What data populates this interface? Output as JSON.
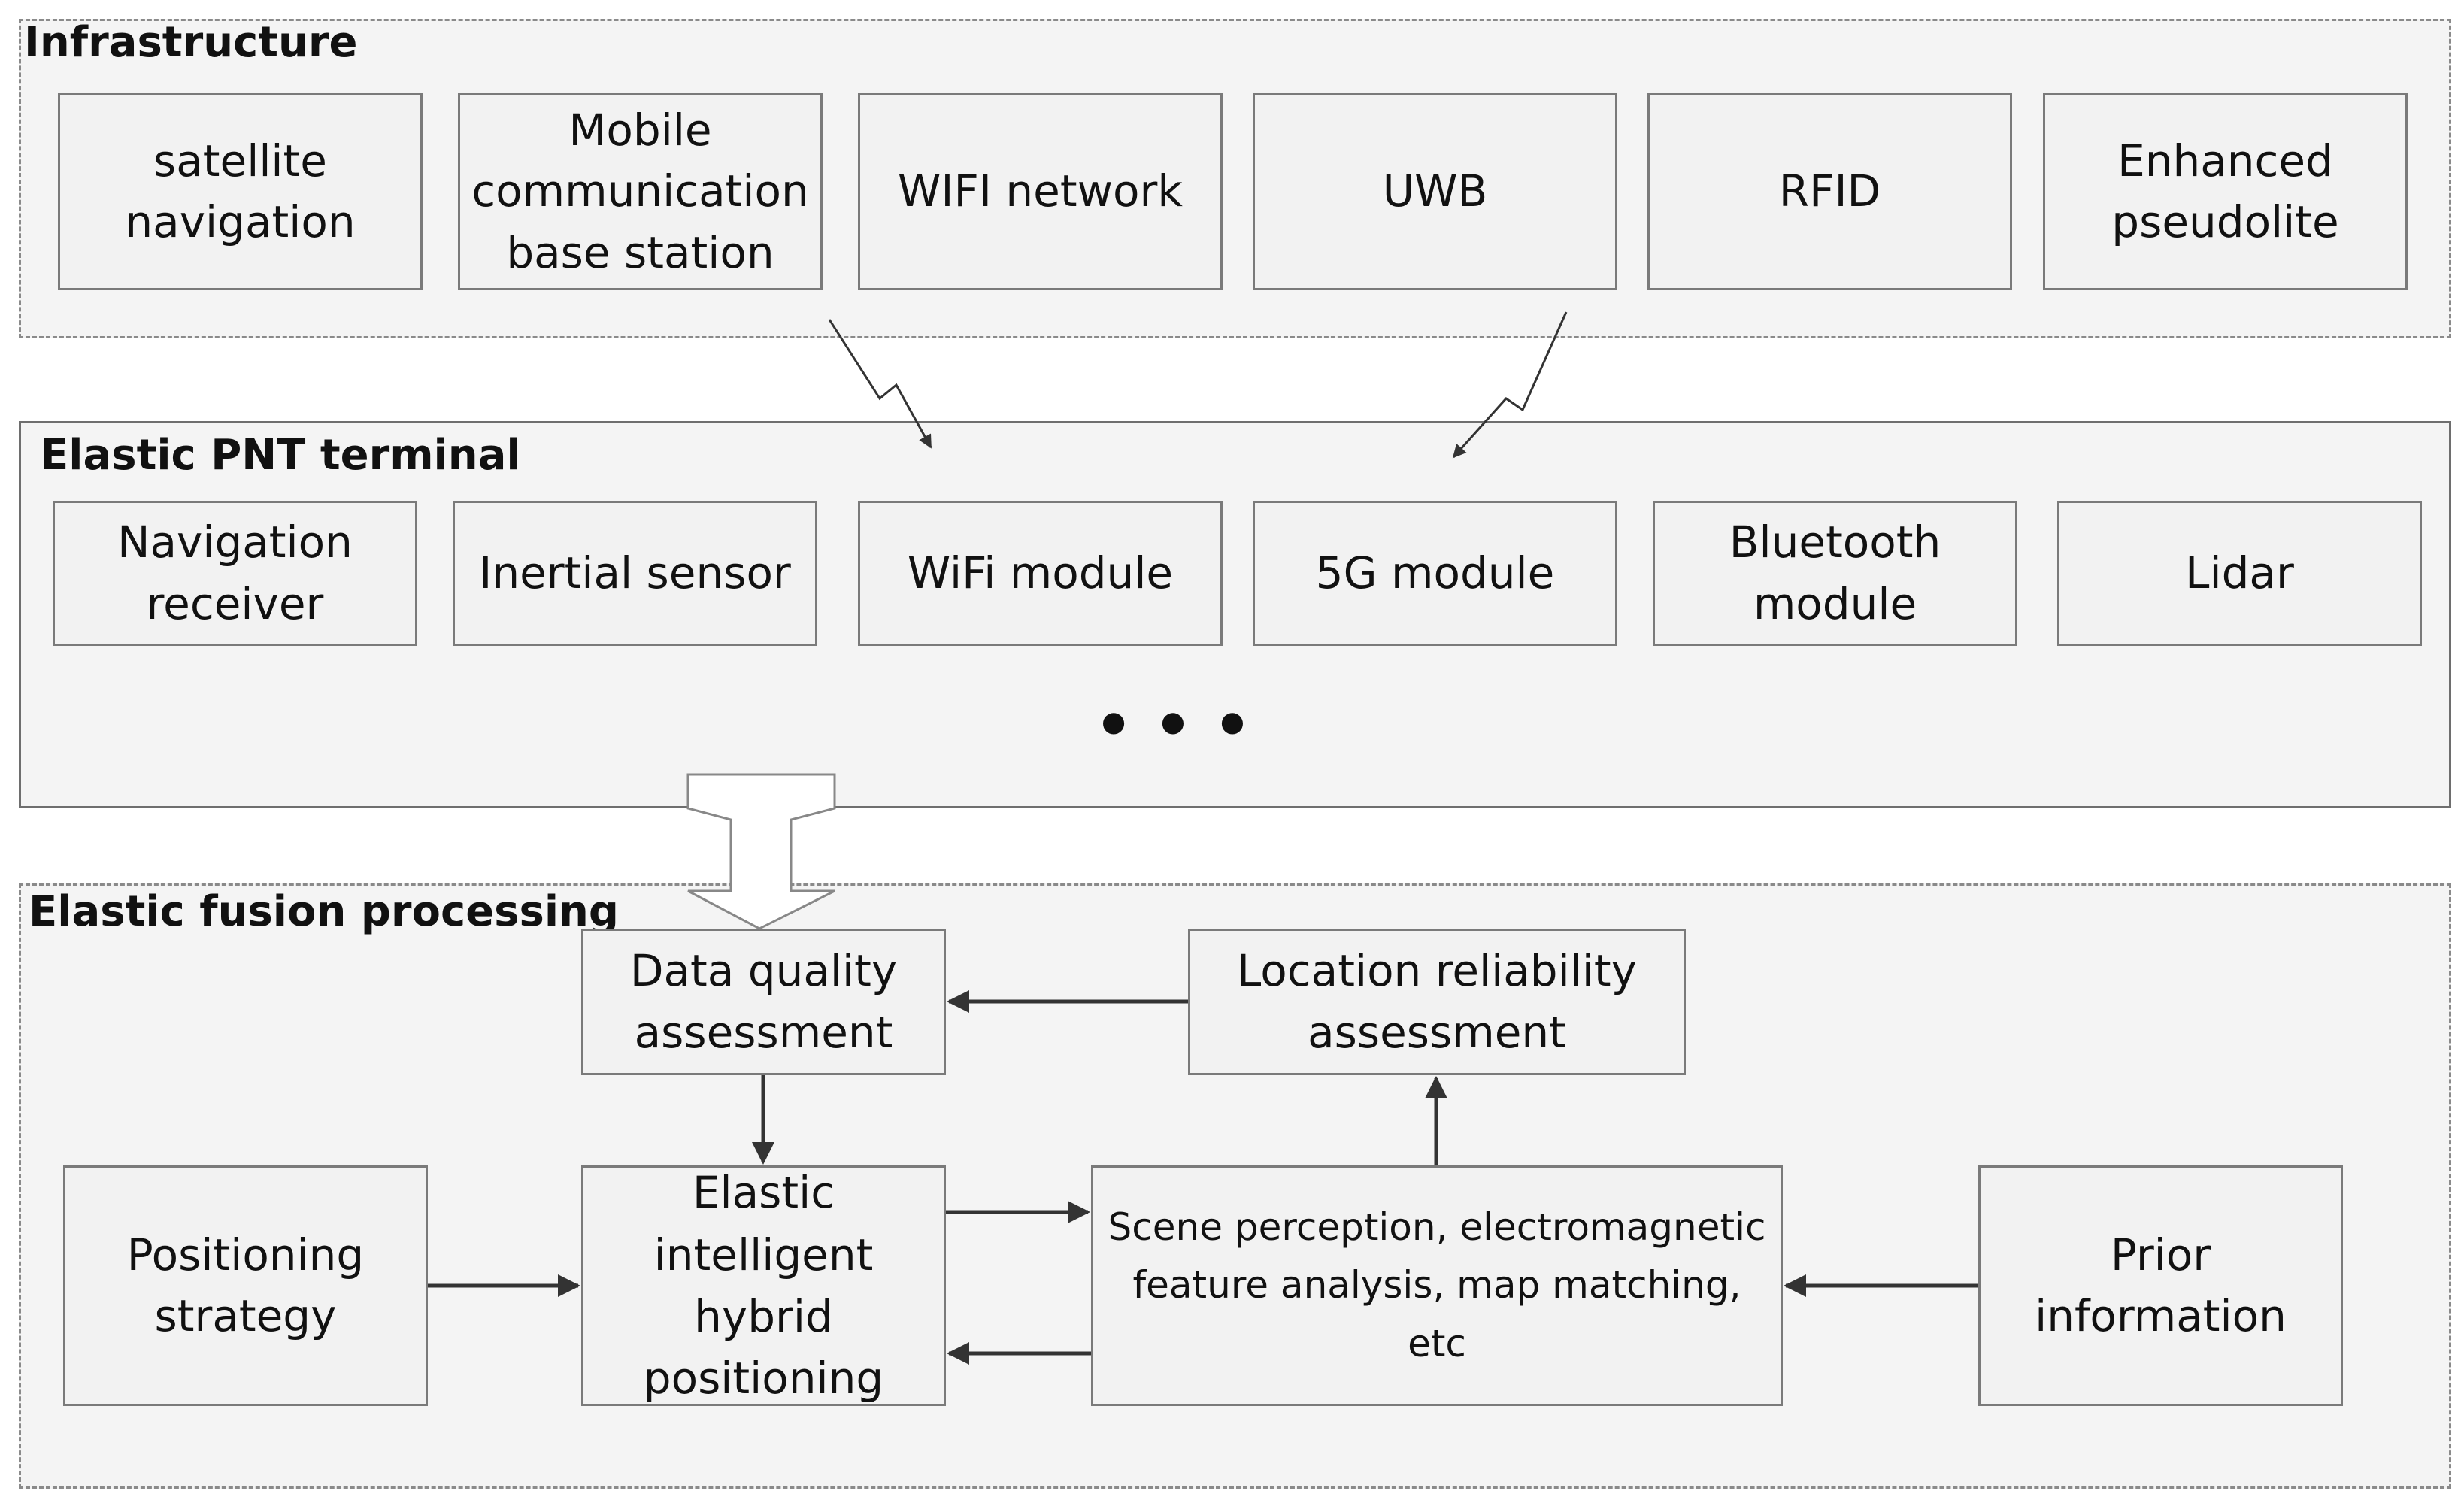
{
  "infrastructure": {
    "title": "Infrastructure",
    "items": [
      "satellite\nnavigation",
      "Mobile\ncommunication\nbase station",
      "WIFI network",
      "UWB",
      "RFID",
      "Enhanced\npseudolite"
    ]
  },
  "terminal": {
    "title": "Elastic PNT terminal",
    "items": [
      "Navigation\nreceiver",
      "Inertial sensor",
      "WiFi module",
      "5G module",
      "Bluetooth\nmodule",
      "Lidar"
    ],
    "ellipsis": "• • •"
  },
  "fusion": {
    "title": "Elastic fusion processing",
    "data_quality": "Data quality\nassessment",
    "location_reliability": "Location reliability\nassessment",
    "positioning_strategy": "Positioning\nstrategy",
    "hybrid_positioning": "Elastic\nintelligent\nhybrid\npositioning",
    "scene_perception": "Scene perception, electromagnetic\nfeature analysis, map matching, etc",
    "prior_information": "Prior\ninformation"
  }
}
